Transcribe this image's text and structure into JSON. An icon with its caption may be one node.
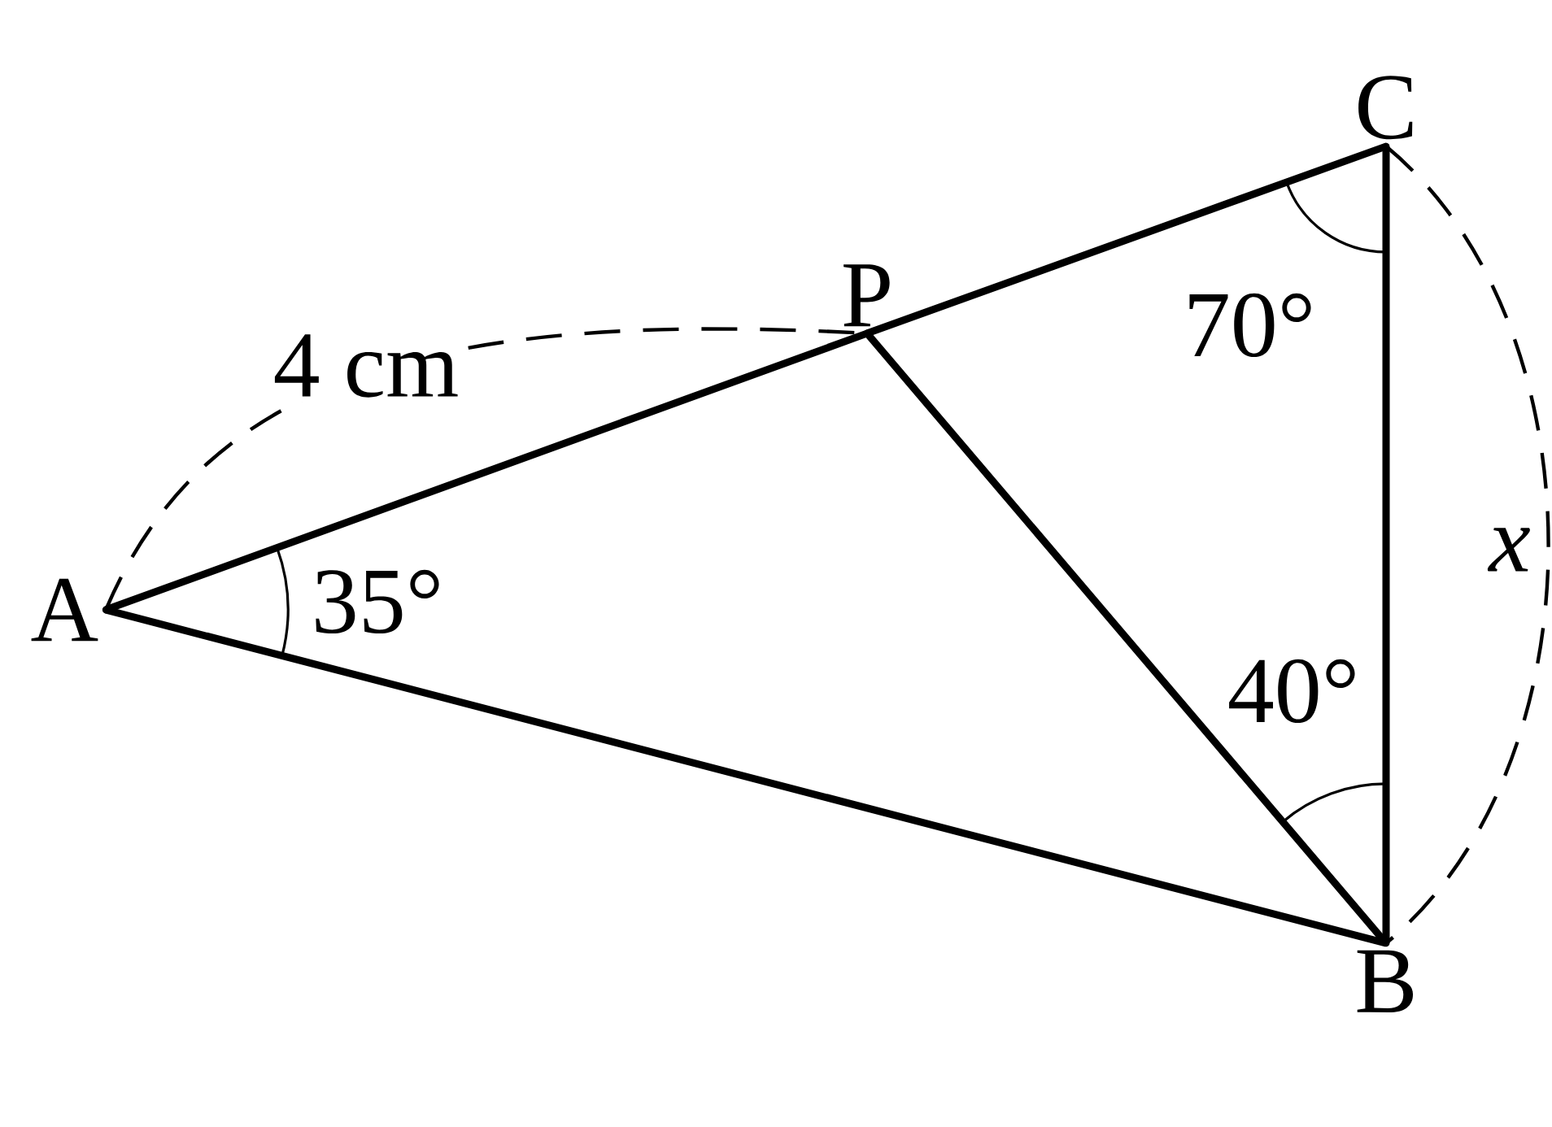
{
  "diagram": {
    "nodes": [
      {
        "text": [
          "A"
        ]
      },
      {
        "text": [
          "P"
        ]
      },
      {
        "text": [
          "C"
        ]
      },
      {
        "text": [
          "B"
        ]
      }
    ],
    "edges": [
      {
        "from": 0,
        "to": 1,
        "arrow": "none"
      },
      {
        "from": 1,
        "to": 2,
        "arrow": "none"
      },
      {
        "from": 0,
        "to": 3,
        "arrow": "none"
      },
      {
        "from": 1,
        "to": 3,
        "arrow": "none"
      },
      {
        "from": 2,
        "to": 3,
        "arrow": "none"
      }
    ],
    "labels": [
      "4 cm",
      "x",
      "35°",
      "70°",
      "40°"
    ]
  }
}
